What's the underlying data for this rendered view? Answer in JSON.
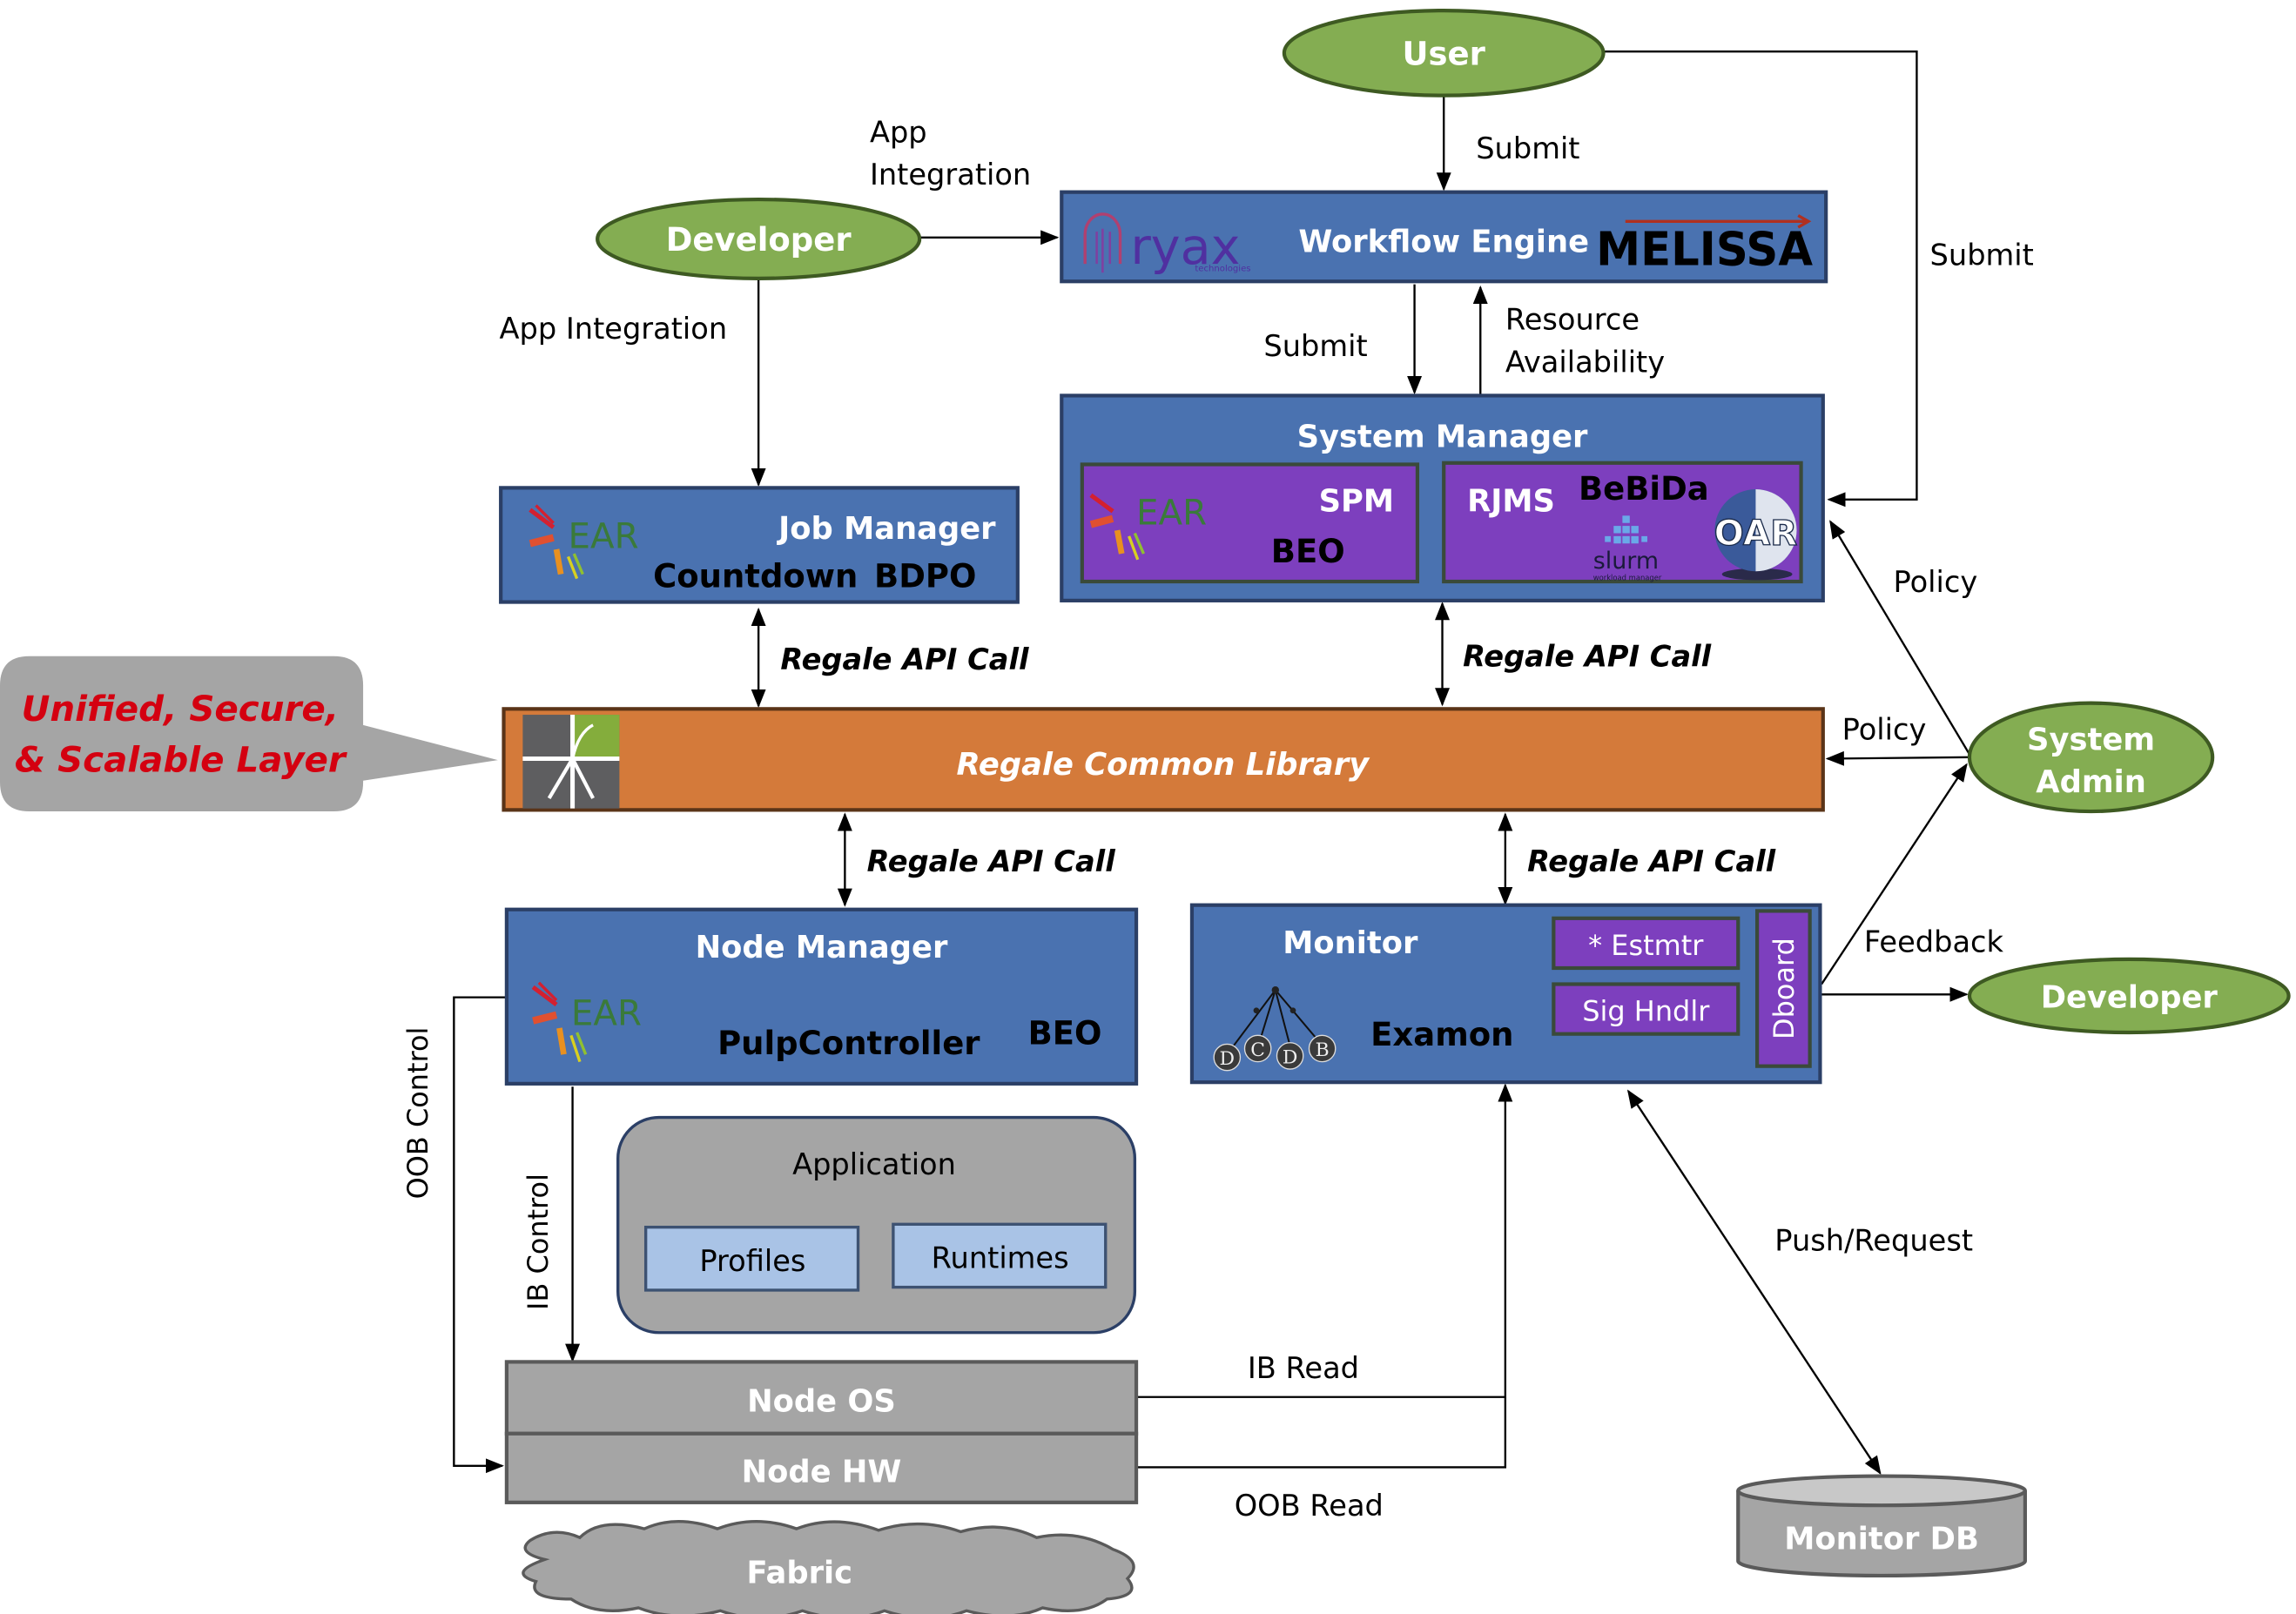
{
  "actors": {
    "user": "User",
    "developer_top": "Developer",
    "developer_bottom": "Developer",
    "system_admin_line1": "System",
    "system_admin_line2": "Admin"
  },
  "components": {
    "workflow_engine": {
      "title": "Workflow Engine",
      "logos": [
        "ryax",
        "technologies",
        "MELISSA"
      ]
    },
    "job_manager": {
      "title": "Job Manager",
      "items": [
        "Countdown",
        "BDPO"
      ],
      "logo": "EAR"
    },
    "system_manager": {
      "title": "System Manager",
      "left_panel": {
        "items": [
          "SPM",
          "BEO"
        ],
        "logo": "EAR"
      },
      "right_panel": {
        "items": [
          "RJMS",
          "BeBiDa"
        ],
        "logos": [
          "slurm",
          "workload manager",
          "OAR"
        ]
      }
    },
    "common_library": {
      "title": "Regale Common Library"
    },
    "callout": {
      "line1": "Unified, Secure,",
      "line2": "& Scalable Layer"
    },
    "node_manager": {
      "title": "Node Manager",
      "items": [
        "PulpController",
        "BEO"
      ],
      "logo": "EAR"
    },
    "monitor": {
      "title": "Monitor",
      "item": "Examon",
      "sub_boxes": [
        "* Estmtr",
        "Sig Hndlr"
      ],
      "dashboard": "Dboard",
      "logo_letters": [
        "D",
        "C",
        "D",
        "B"
      ]
    },
    "application": {
      "title": "Application",
      "items": [
        "Profiles",
        "Runtimes"
      ]
    },
    "node_os": "Node OS",
    "node_hw": "Node HW",
    "fabric": "Fabric",
    "monitor_db": "Monitor DB"
  },
  "edges": {
    "app_integration_top_1": "App",
    "app_integration_top_2": "Integration",
    "app_integration_left": "App Integration",
    "submit_user": "Submit",
    "submit_right": "Submit",
    "submit_wf": "Submit",
    "resource_availability_1": "Resource",
    "resource_availability_2": "Availability",
    "api_call_jm": "Regale API Call",
    "api_call_sm": "Regale API Call",
    "api_call_nm": "Regale API Call",
    "api_call_mon": "Regale API Call",
    "policy_sm": "Policy",
    "policy_lib": "Policy",
    "feedback": "Feedback",
    "oob_control": "OOB Control",
    "ib_control": "IB Control",
    "ib_read": "IB Read",
    "oob_read": "OOB Read",
    "push_request": "Push/Request"
  },
  "colors": {
    "component_blue": "#4a72b0",
    "panel_purple": "#7d3fbe",
    "actor_green": "#84ad52",
    "library_orange": "#d47a3a",
    "callout_red": "#d40010",
    "infra_gray": "#a5a5a5",
    "subbox_lightblue": "#a9c3e6"
  }
}
